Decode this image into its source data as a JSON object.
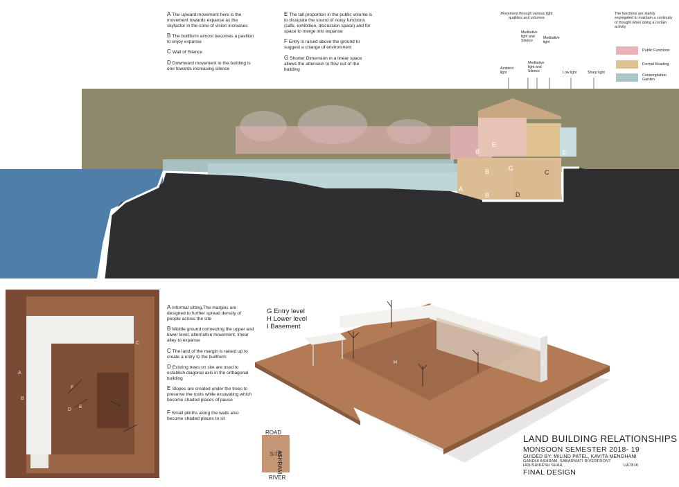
{
  "notes_top_left": [
    {
      "key": "A",
      "text": "The upward movement here is the movement towards expanse as the skyfactor in the cone of vision increases"
    },
    {
      "key": "B",
      "text": "The builtform almost becomes a pavilion to enjoy expanse"
    },
    {
      "key": "C",
      "text": "Wall of Silence"
    },
    {
      "key": "D",
      "text": "Downward movement in the building is one towards increasing silence"
    }
  ],
  "notes_top_mid": [
    {
      "key": "E",
      "text": "The tall proportion in the public volume is to dissipate the sound of noisy functions (cafe, exhibition, discussion space) and for space to merge into expanse"
    },
    {
      "key": "F",
      "text": "Entry is raised above the ground to suggest a change of environment"
    },
    {
      "key": "G",
      "text": "Shorter Dimension in a linear space allows the attension to flow out of the building"
    }
  ],
  "movement_note": "Movement through various light qualities and volumes",
  "functions_note": "The functions are starkly segregated to maintain a continuity of thought when doing a certain activity",
  "legend": [
    {
      "label": "Public Functions",
      "color": "#e8b3b8"
    },
    {
      "label": "Formal Reading",
      "color": "#e0c291"
    },
    {
      "label": "Contemplation Garden",
      "color": "#a9c7c9"
    }
  ],
  "light_labels": {
    "ambient": "Ambient light",
    "meditative1": "Meditative light and Silence",
    "meditative2": "Meditative light",
    "meditative3": "Meditative light and Silence",
    "low": "Low light",
    "sharp": "Sharp light"
  },
  "section_letters": {
    "a": "A",
    "b1": "B",
    "b2": "B",
    "b3": "B",
    "c": "C",
    "d": "D",
    "e": "E",
    "f": "F",
    "g": "G"
  },
  "plan_letters": {
    "a": "A",
    "b": "B",
    "c": "C",
    "d": "D",
    "e": "E",
    "f": "F"
  },
  "notes_bottom": [
    {
      "key": "A",
      "text": "Informal sitting,The margins are designed to further spread density of people across the site"
    },
    {
      "key": "B",
      "text": "Middle ground connecting the upper and lower level, alternative movement, linear alley to expanse"
    },
    {
      "key": "C",
      "text": "The land of the margin is raised up to create a entry to the builtform"
    },
    {
      "key": "D",
      "text": "Existing trees on site are used to establish diagonal axis in the orthagonal building"
    },
    {
      "key": "E",
      "text": "Slopes are created under the trees to preserve the roots while excavating which become shaded places of pause"
    },
    {
      "key": "F",
      "text": "Small plinths along the walls also become shaded places to sit"
    }
  ],
  "levels": [
    "G Entry level",
    "H Lower level",
    "I  Basement"
  ],
  "model_letters": {
    "g": "G",
    "h": "H"
  },
  "site_diagram": {
    "road": "ROAD",
    "site": "SITE",
    "ashram": "ASHRAM",
    "river": "RIVER"
  },
  "title_block": {
    "title": "LAND BUILDING RELATIONSHIPS",
    "semester": "MONSOON SEMESTER 2018- 19",
    "guided": "GUIDED BY: MILIND PATEL, KAVITA MENGHANI",
    "location": "GANDHI ASHRAM, SABARMATI RIVERFRONT",
    "student": "HRUSHIKESH SHAH",
    "code": "UA7816",
    "final": "FINAL DESIGN"
  }
}
